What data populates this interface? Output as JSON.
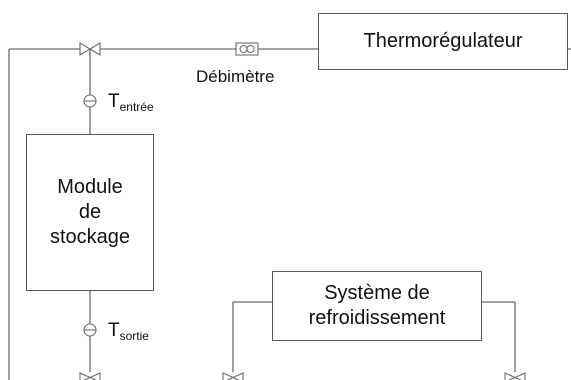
{
  "components": {
    "thermoregulator": "Thermorégulateur",
    "storage_module": [
      "Module",
      "de",
      "stockage"
    ],
    "cooling_system": [
      "Système de",
      "refroidissement"
    ],
    "flowmeter": "Débimètre"
  },
  "sensors": {
    "inlet": {
      "symbol": "T",
      "subscript": "entrée"
    },
    "outlet": {
      "symbol": "T",
      "subscript": "sortie"
    }
  },
  "colors": {
    "line": "#6b6b6b",
    "box_border": "#5a5a5a",
    "text": "#111111"
  },
  "icons": [
    "valve-icon",
    "flowmeter-icon",
    "temperature-sensor-icon"
  ]
}
